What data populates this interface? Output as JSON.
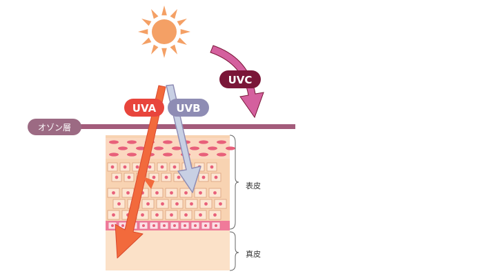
{
  "labels": {
    "uva": "UVA",
    "uvb": "UVB",
    "uvc": "UVC",
    "ozone": "オゾン層",
    "epidermis": "表皮",
    "dermis": "真皮"
  },
  "colors": {
    "sun": "#f4a065",
    "uva": "#e8453c",
    "uva_arrow": "#f26a3c",
    "uvb": "#8e8cb4",
    "uvb_arrow": "#c8d0e4",
    "uvc": "#7a1638",
    "uvc_arrow": "#d4609e",
    "ozone": "#a35c7b",
    "ozone_badge": "#9c6a83",
    "skin_light": "#fbe1c8",
    "skin_mid": "#f8d3b2",
    "cell_border": "#d9a07a",
    "nucleus": "#e8607a",
    "basal_band": "#f07a9a"
  }
}
